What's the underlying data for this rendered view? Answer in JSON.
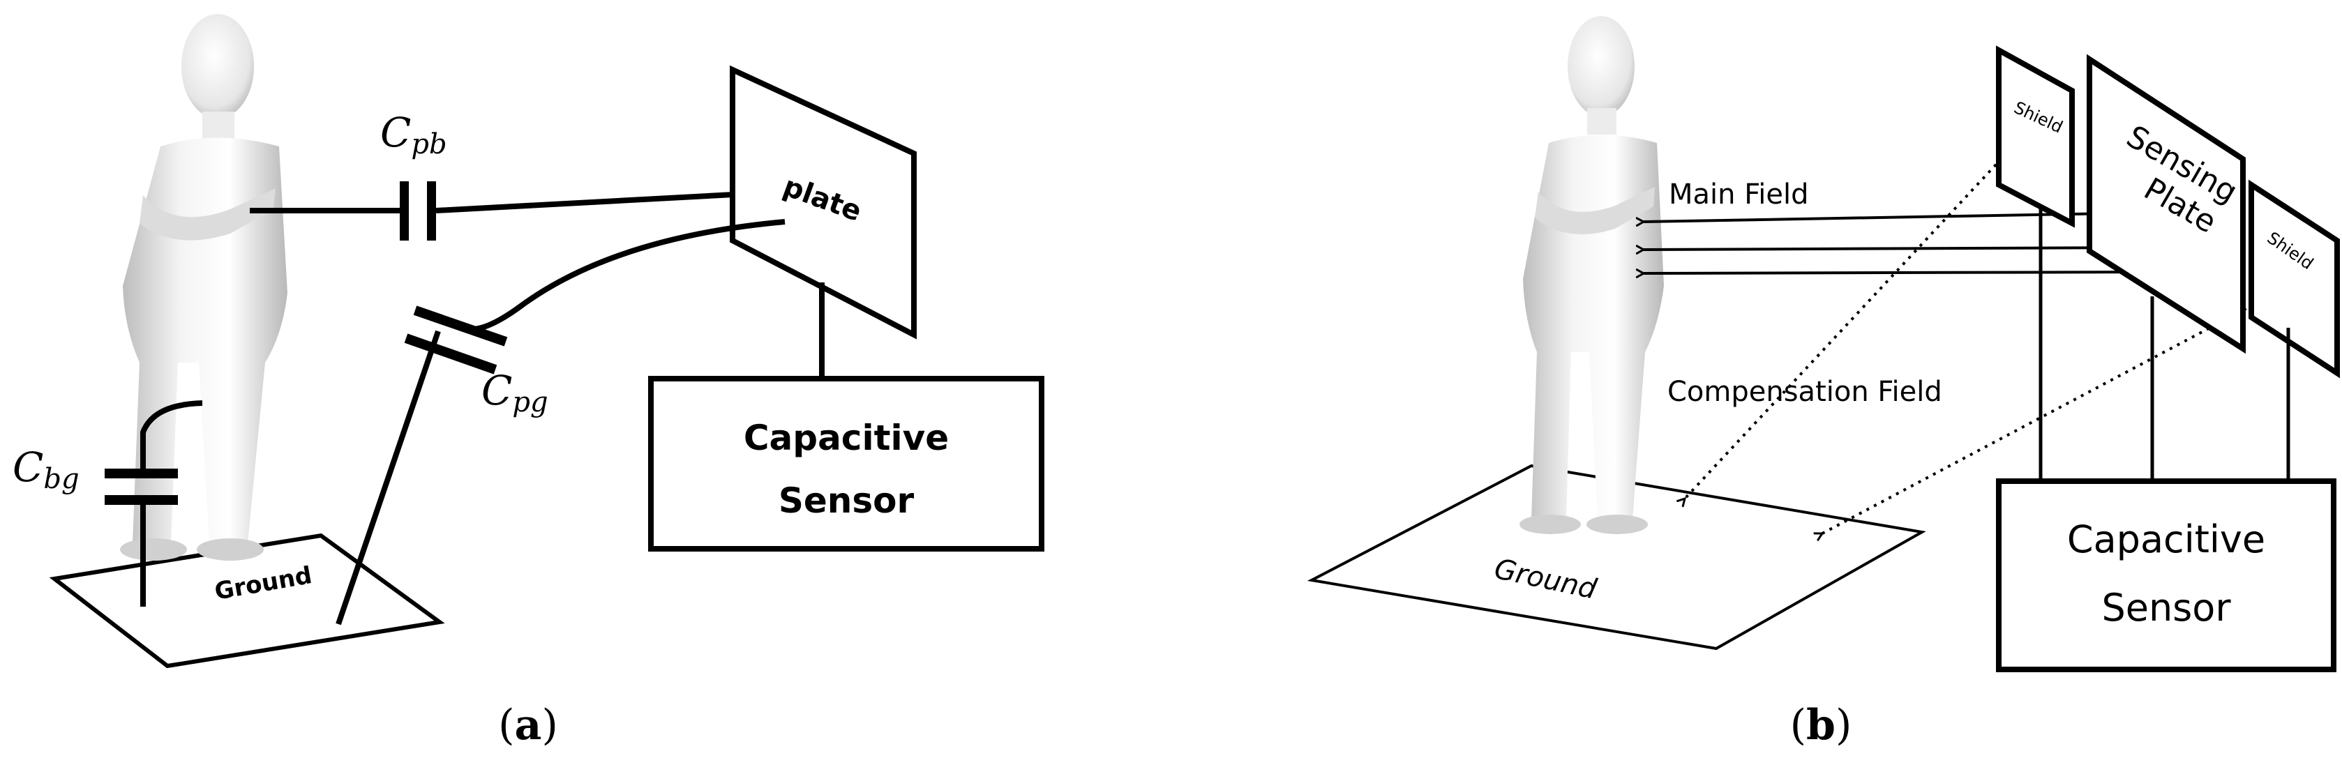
{
  "panel_a": {
    "caption": "(a)",
    "capacitor_pb": {
      "symbol": "C",
      "subscript": "pb"
    },
    "capacitor_pg": {
      "symbol": "C",
      "subscript": "pg"
    },
    "capacitor_bg": {
      "symbol": "C",
      "subscript": "bg"
    },
    "plate_label": "plate",
    "ground_label": "Ground",
    "sensor_label_line1": "Capacitive",
    "sensor_label_line2": "Sensor"
  },
  "panel_b": {
    "caption": "(b)",
    "main_field_label": "Main Field",
    "compensation_field_label": "Compensation Field",
    "sensing_plate_line1": "Sensing",
    "sensing_plate_line2": "Plate",
    "shield_left_label": "Shield",
    "shield_right_label": "Shield",
    "ground_label": "Ground",
    "sensor_label_line1": "Capacitive",
    "sensor_label_line2": "Sensor"
  },
  "colors": {
    "line": "#000000",
    "figure_light": "#f2f2f2",
    "figure_shade": "#c4c4c4"
  }
}
